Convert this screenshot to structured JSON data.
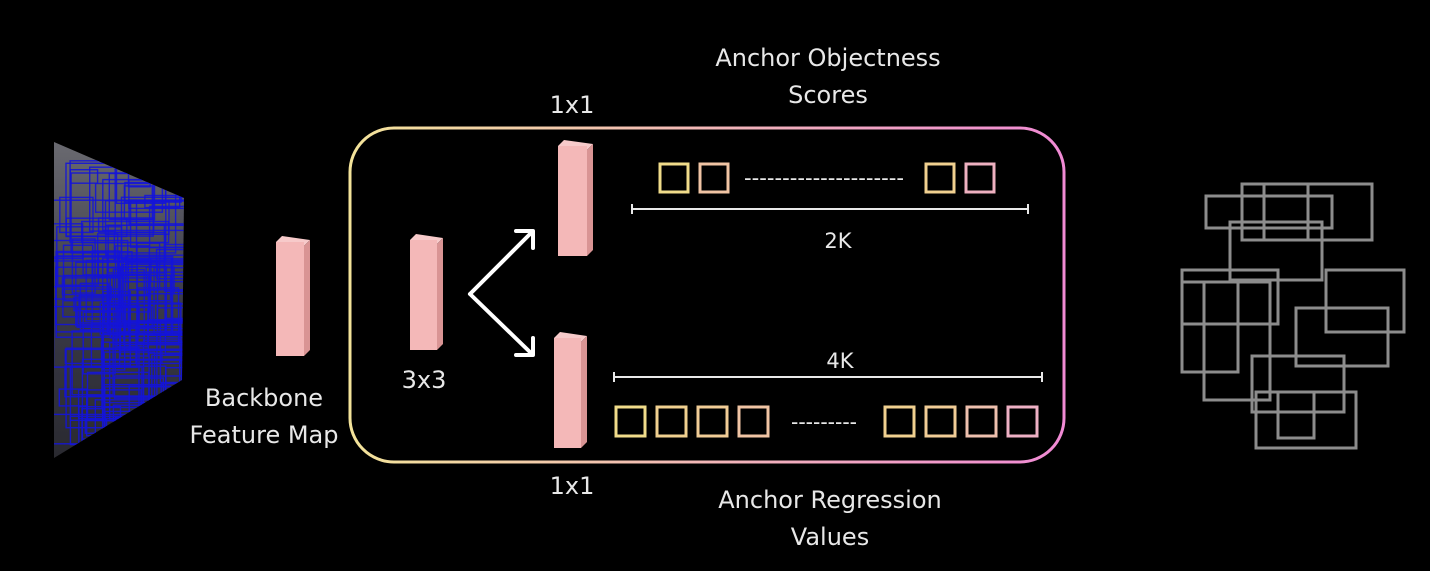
{
  "labels": {
    "backbone_line1": "Backbone",
    "backbone_line2": "Feature Map",
    "conv3x3": "3x3",
    "conv1x1_top": "1x1",
    "conv1x1_bottom": "1x1",
    "objectness_line1": "Anchor Objectness",
    "objectness_line2": "Scores",
    "regression_line1": "Anchor Regression",
    "regression_line2": "Values",
    "dim_2k": "2K",
    "dim_4k": "4K",
    "dashes_scores": "---------------------",
    "dashes_regression": "---------"
  },
  "colors": {
    "background": "#000000",
    "feature_map": "#f4b8b8",
    "feature_map_side": "#d99494",
    "gradient_start": "#f3e39a",
    "gradient_end": "#f08ad4",
    "proposal_box": "#8c8c8c",
    "text": "#e8e8e8",
    "anchor_box": "#1414d8"
  },
  "icons": {
    "input_image": "street-scene-with-anchor-boxes",
    "arrow_up": "arrow-up-right-icon",
    "arrow_down": "arrow-down-right-icon",
    "proposals": "proposal-boxes-icon"
  }
}
